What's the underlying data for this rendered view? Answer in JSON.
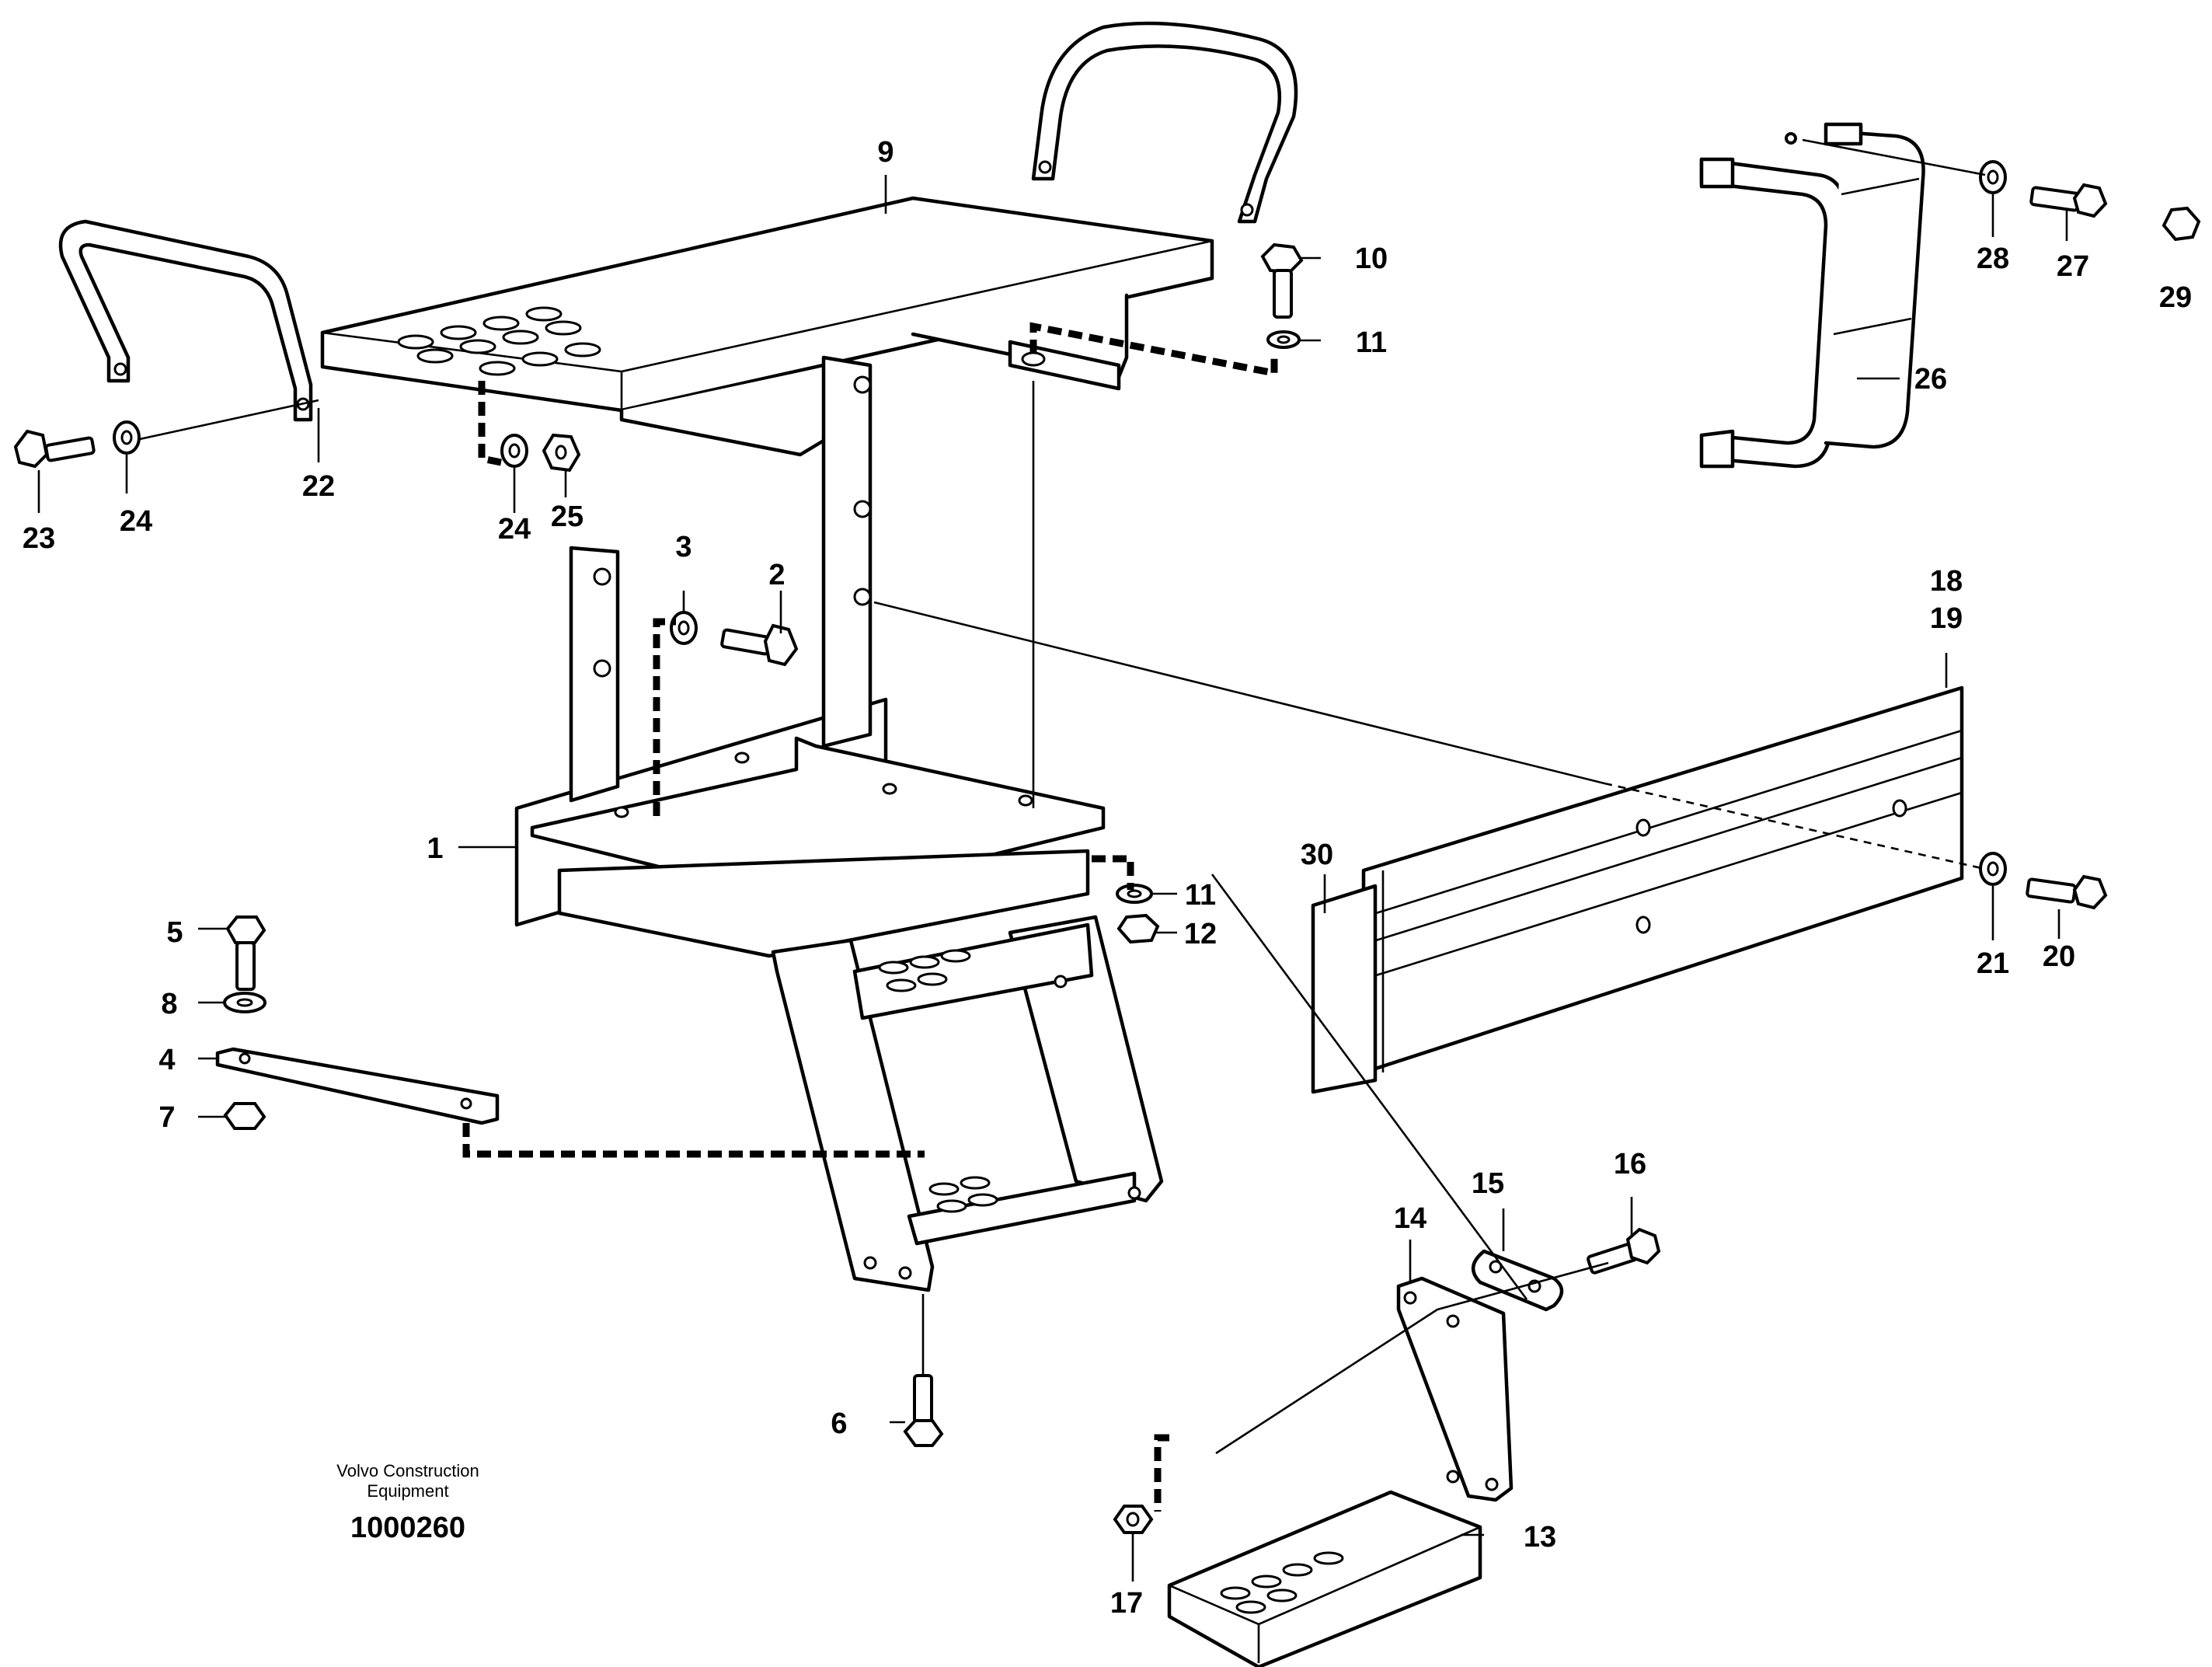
{
  "diagram": {
    "callouts": [
      "1",
      "2",
      "3",
      "4",
      "5",
      "6",
      "7",
      "8",
      "9",
      "10",
      "11",
      "11",
      "12",
      "13",
      "14",
      "15",
      "16",
      "17",
      "18",
      "19",
      "20",
      "21",
      "22",
      "23",
      "24",
      "24",
      "25",
      "26",
      "27",
      "28",
      "29",
      "30"
    ],
    "footer": {
      "company_line1": "Volvo Construction",
      "company_line2": "Equipment",
      "drawing_number": "1000260"
    }
  }
}
